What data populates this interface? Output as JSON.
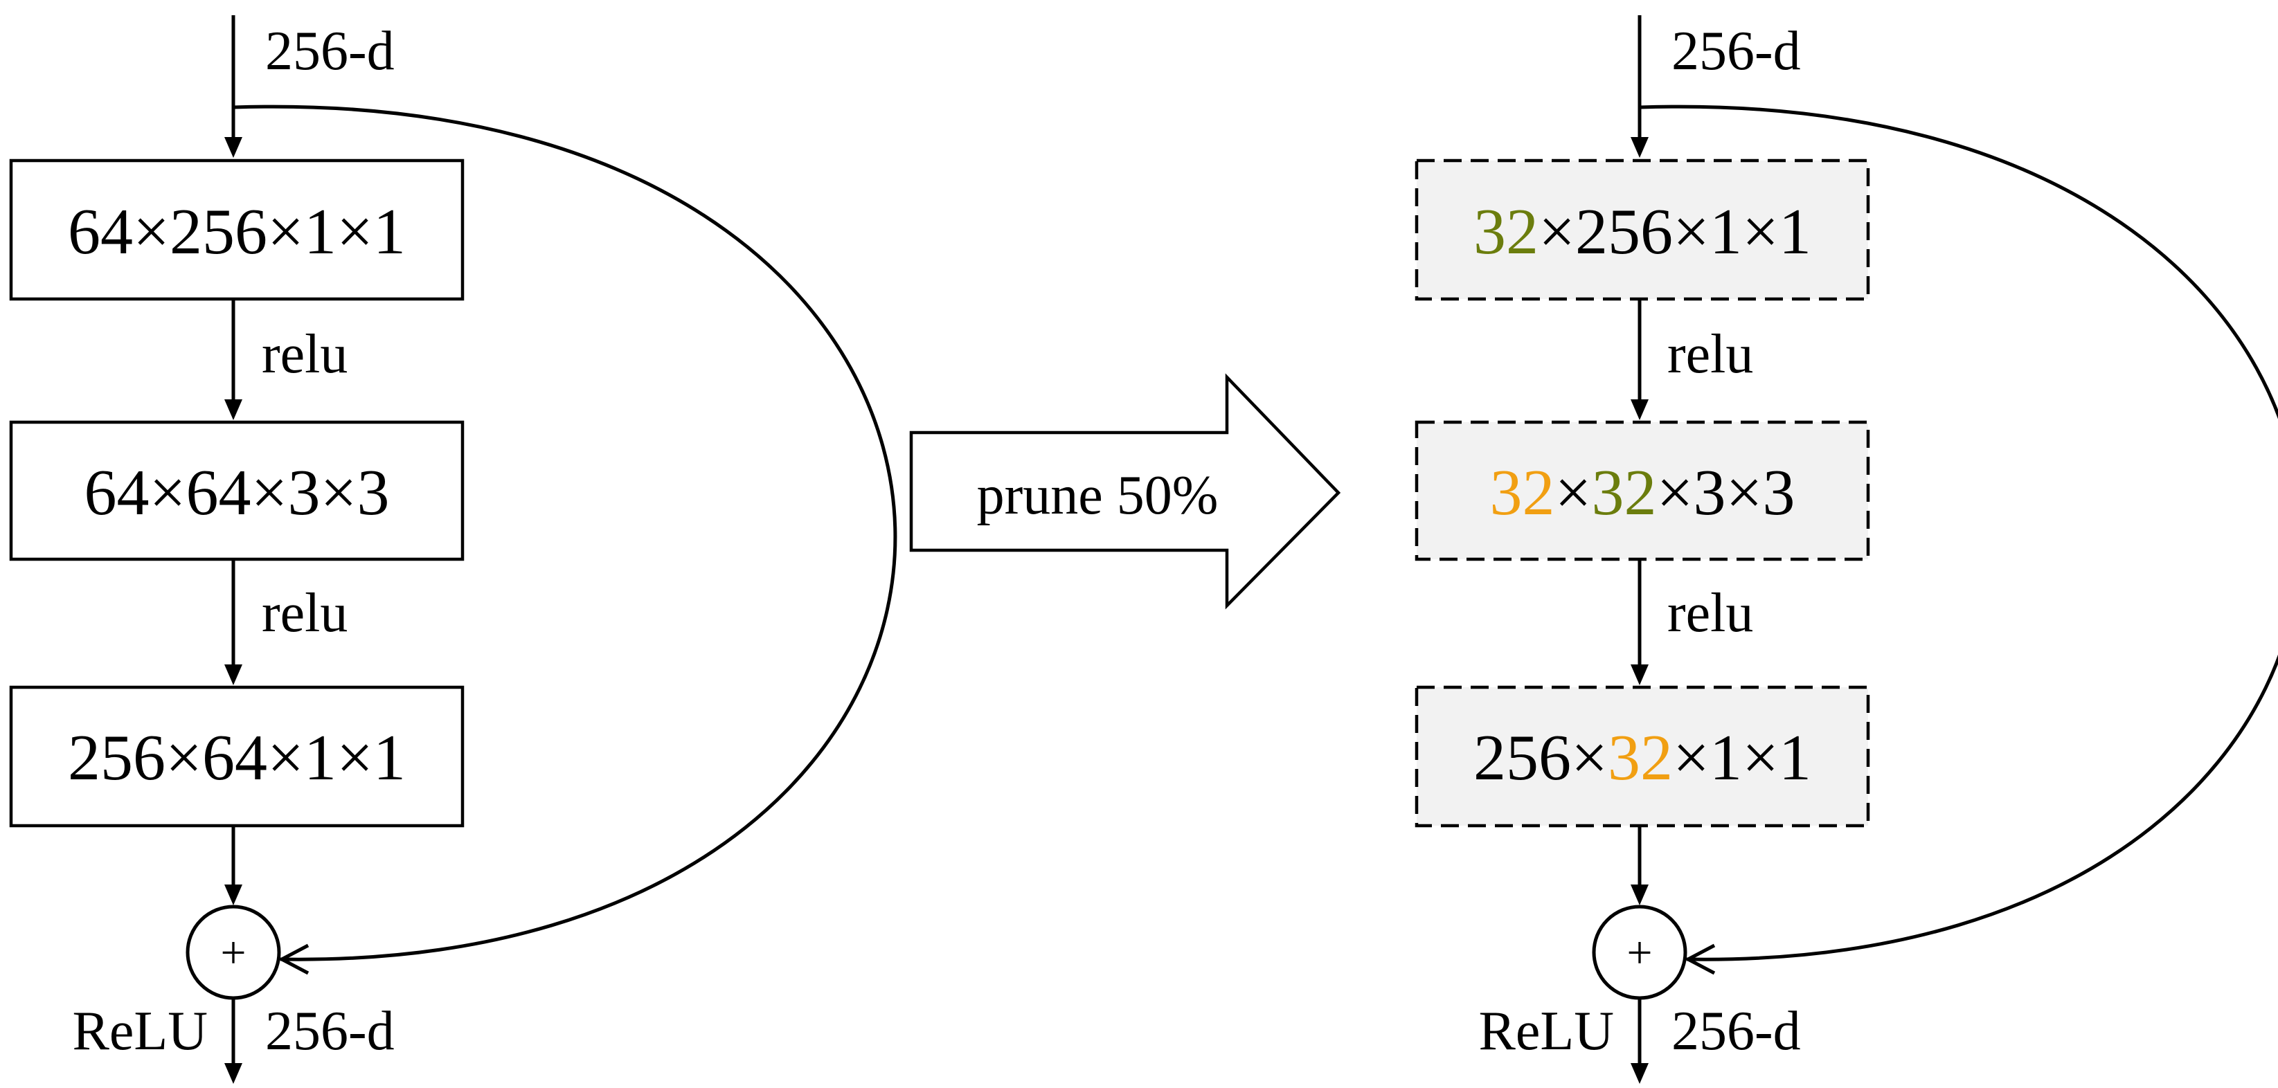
{
  "colors": {
    "pruned_output": "#6b7d0d",
    "pruned_input": "#f19f12",
    "pruned_fill": "#f2f2f2",
    "stroke": "#000000"
  },
  "original_block": {
    "input_label": "256-d",
    "layers": [
      {
        "text": "64×256×1×1"
      },
      {
        "text": "64×64×3×3"
      },
      {
        "text": "256×64×1×1"
      }
    ],
    "activations": [
      "relu",
      "relu"
    ],
    "sum_symbol": "+",
    "output_activation": "ReLU",
    "output_label": "256-d"
  },
  "transition": {
    "label": "prune 50%"
  },
  "pruned_block": {
    "input_label": "256-d",
    "layers": [
      {
        "parts": [
          {
            "text": "32",
            "role": "pruned_output"
          },
          {
            "text": "×256×1×1",
            "role": "normal"
          }
        ]
      },
      {
        "parts": [
          {
            "text": "32",
            "role": "pruned_input"
          },
          {
            "text": "×",
            "role": "normal"
          },
          {
            "text": "32",
            "role": "pruned_output"
          },
          {
            "text": "×3×3",
            "role": "normal"
          }
        ]
      },
      {
        "parts": [
          {
            "text": "256×",
            "role": "normal"
          },
          {
            "text": "32",
            "role": "pruned_input"
          },
          {
            "text": "×1×1",
            "role": "normal"
          }
        ]
      }
    ],
    "activations": [
      "relu",
      "relu"
    ],
    "sum_symbol": "+",
    "output_activation": "ReLU",
    "output_label": "256-d"
  }
}
